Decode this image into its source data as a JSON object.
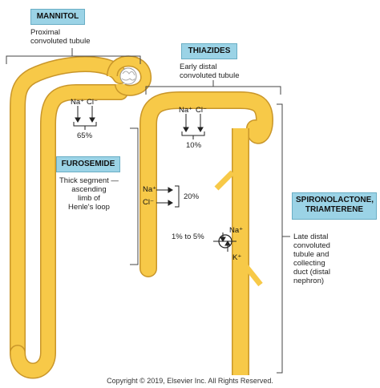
{
  "drugs": {
    "mannitol": "MANNITOL",
    "thiazides": "THIAZIDES",
    "furosemide": "FUROSEMIDE",
    "spironolactone": "SPIRONOLACTONE,\nTRIAMTERENE"
  },
  "segments": {
    "proximal": "Proximal\nconvoluted tubule",
    "early_distal": "Early distal\nconvoluted tubule",
    "thick_segment": "Thick segment —\nascending\nlimb of\nHenle's loop",
    "late_distal": "Late distal\nconvoluted\ntubule and\ncollecting\nduct (distal\nnephron)"
  },
  "ions": {
    "na_proximal": "Na⁺",
    "cl_proximal": "Cl⁻",
    "na_early": "Na⁺",
    "cl_early": "Cl⁻",
    "na_thick": "Na⁺",
    "cl_thick": "Cl⁻",
    "na_late": "Na⁺",
    "k_late": "K⁺"
  },
  "percentages": {
    "proximal": "65%",
    "early_distal": "10%",
    "thick_segment": "20%",
    "late_distal": "1% to 5%"
  },
  "colors": {
    "tubule": "#f7c948",
    "tubule_edge": "#c9962a",
    "drug_box": "#9bd3e6"
  },
  "copyright": "Copyright © 2019, Elsevier Inc. All Rights Reserved."
}
